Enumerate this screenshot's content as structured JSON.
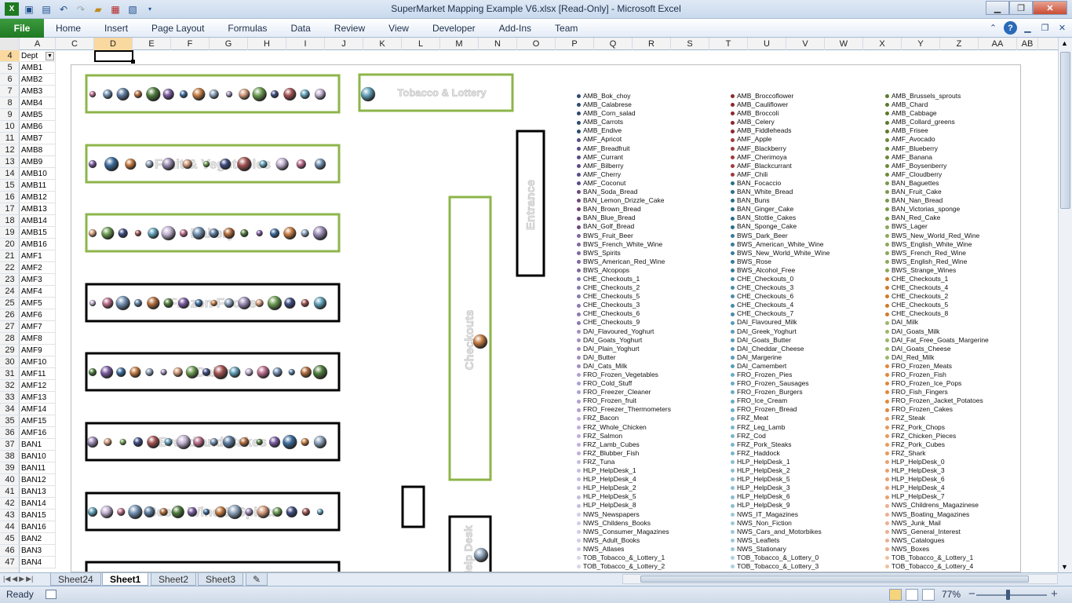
{
  "titlebar": {
    "title": "SuperMarket Mapping Example V6.xlsx  [Read-Only]  -  Microsoft Excel",
    "icons": [
      "excel-logo-icon",
      "save-icon",
      "save-as-icon",
      "undo-icon",
      "redo-icon",
      "open-icon",
      "pdf-icon",
      "print-preview-icon",
      "customize-qat-icon"
    ],
    "window_buttons": [
      "minimize",
      "restore",
      "close"
    ]
  },
  "ribbon": {
    "file_label": "File",
    "tabs": [
      "Home",
      "Insert",
      "Page Layout",
      "Formulas",
      "Data",
      "Review",
      "View",
      "Developer",
      "Add-Ins",
      "Team"
    ],
    "right_icons": [
      "collapse-ribbon-icon",
      "help-icon",
      "minimize-workbook-icon",
      "restore-workbook-icon",
      "close-workbook-icon"
    ]
  },
  "sheet": {
    "columns": [
      "A",
      "C",
      "D",
      "E",
      "F",
      "G",
      "H",
      "I",
      "J",
      "K",
      "L",
      "M",
      "N",
      "O",
      "P",
      "Q",
      "R",
      "S",
      "T",
      "U",
      "V",
      "W",
      "X",
      "Y",
      "Z",
      "AA",
      "AB"
    ],
    "selected_column": "D",
    "selected_row": "4",
    "header_label": "Dept",
    "rows": [
      "4",
      "5",
      "6",
      "7",
      "8",
      "9",
      "10",
      "11",
      "12",
      "13",
      "14",
      "15",
      "16",
      "17",
      "18",
      "19",
      "20",
      "21",
      "22",
      "23",
      "24",
      "25",
      "26",
      "27",
      "28",
      "29",
      "30",
      "31",
      "32",
      "33",
      "34",
      "35",
      "36",
      "37",
      "38",
      "39",
      "40",
      "41",
      "42",
      "43",
      "44",
      "45",
      "46",
      "47"
    ],
    "dept_values": [
      "AMB1",
      "AMB2",
      "AMB3",
      "AMB4",
      "AMB5",
      "AMB6",
      "AMB7",
      "AMB8",
      "AMB9",
      "AMB10",
      "AMB11",
      "AMB12",
      "AMB13",
      "AMB14",
      "AMB15",
      "AMB16",
      "AMF1",
      "AMF2",
      "AMF3",
      "AMF4",
      "AMF5",
      "AMF6",
      "AMF7",
      "AMF8",
      "AMF9",
      "AMF10",
      "AMF11",
      "AMF12",
      "AMF13",
      "AMF14",
      "AMF15",
      "AMF16",
      "BAN1",
      "BAN10",
      "BAN11",
      "BAN12",
      "BAN13",
      "BAN14",
      "BAN15",
      "BAN16",
      "BAN2",
      "BAN3",
      "BAN4"
    ]
  },
  "map": {
    "aisles": [
      {
        "label": "",
        "border": "#8db54a",
        "bubbles": 16
      },
      {
        "label": "Fruit & Vegetables",
        "border": "#8db54a",
        "bubbles": 13
      },
      {
        "label": "Bakery",
        "border": "#8db54a",
        "bubbles": 16
      },
      {
        "label": "Frozen Foods",
        "border": "#000000",
        "bubbles": 16
      },
      {
        "label": "Dairy",
        "border": "#000000",
        "bubbles": 17
      },
      {
        "label": "Bread and Cakes",
        "border": "#000000",
        "bubbles": 16
      },
      {
        "label": "Beers Wine & Spirits",
        "border": "#000000",
        "bubbles": 17
      },
      {
        "label": "",
        "border": "#000000",
        "bubbles": 0
      }
    ],
    "areas": {
      "tobacco": "Tobacco & Lottery",
      "entrance": "Entrance",
      "checkouts": "Checkouts",
      "helpdesk": "Help Desk"
    },
    "legend_columns": [
      [
        [
          "AMB_Bok_choy",
          "#2e4a6e"
        ],
        [
          "AMB_Calabrese",
          "#2e4a6e"
        ],
        [
          "AMB_Corn_salad",
          "#2e4a6e"
        ],
        [
          "AMB_Carrots",
          "#2e4a6e"
        ],
        [
          "AMB_Endive",
          "#2e4a6e"
        ],
        [
          "AMF_Apricot",
          "#5b4a8a"
        ],
        [
          "AMF_Breadfruit",
          "#5b4a8a"
        ],
        [
          "AMF_Currant",
          "#5b4a8a"
        ],
        [
          "AMF_Bilberry",
          "#5b4a8a"
        ],
        [
          "AMF_Cherry",
          "#5b4a8a"
        ],
        [
          "AMF_Coconut",
          "#5b4a8a"
        ],
        [
          "BAN_Soda_Bread",
          "#6b4a7a"
        ],
        [
          "BAN_Lemon_Drizzle_Cake",
          "#6b4a7a"
        ],
        [
          "BAN_Brown_Bread",
          "#6b4a7a"
        ],
        [
          "BAN_Blue_Bread",
          "#6b4a7a"
        ],
        [
          "BAN_Golf_Bread",
          "#6b4a7a"
        ],
        [
          "BWS_Fruit_Beer",
          "#8068a0"
        ],
        [
          "BWS_French_White_Wine",
          "#8068a0"
        ],
        [
          "BWS_Spirits",
          "#8068a0"
        ],
        [
          "BWS_American_Red_Wine",
          "#8068a0"
        ],
        [
          "BWS_Alcopops",
          "#8068a0"
        ],
        [
          "CHE_Checkouts_1",
          "#8a7ab0"
        ],
        [
          "CHE_Checkouts_2",
          "#8a7ab0"
        ],
        [
          "CHE_Checkouts_5",
          "#8a7ab0"
        ],
        [
          "CHE_Checkouts_3",
          "#8a7ab0"
        ],
        [
          "CHE_Checkouts_6",
          "#8a7ab0"
        ],
        [
          "CHE_Checkouts_9",
          "#8a7ab0"
        ],
        [
          "DAI_Flavoured_Yoghurt",
          "#a090c0"
        ],
        [
          "DAI_Goats_Yoghurt",
          "#a090c0"
        ],
        [
          "DAI_Plain_Yoghurt",
          "#a090c0"
        ],
        [
          "DAI_Butter",
          "#a090c0"
        ],
        [
          "DAI_Cats_Milk",
          "#a090c0"
        ],
        [
          "FRO_Frozen_Vegetables",
          "#b0a0d0"
        ],
        [
          "FRO_Cold_Stuff",
          "#b0a0d0"
        ],
        [
          "FRO_Freezer_Cleaner",
          "#b0a0d0"
        ],
        [
          "FRO_Frozen_fruit",
          "#b0a0d0"
        ],
        [
          "FRO_Freezer_Thermometers",
          "#b0a0d0"
        ],
        [
          "FRZ_Bacon",
          "#c0b0d8"
        ],
        [
          "FRZ_Whole_Chicken",
          "#c0b0d8"
        ],
        [
          "FRZ_Salmon",
          "#c0b0d8"
        ],
        [
          "FRZ_Lamb_Cubes",
          "#c0b0d8"
        ],
        [
          "FRZ_Blubber_Fish",
          "#c0b0d8"
        ],
        [
          "FRZ_Tuna",
          "#c8bcdc"
        ],
        [
          "HLP_HelpDesk_1",
          "#c8bcdc"
        ],
        [
          "HLP_HelpDesk_4",
          "#c8bcdc"
        ],
        [
          "HLP_HelpDesk_2",
          "#c8bcdc"
        ],
        [
          "HLP_HelpDesk_5",
          "#c8bcdc"
        ],
        [
          "HLP_HelpDesk_8",
          "#c8bcdc"
        ],
        [
          "NWS_Newspapers",
          "#d4cae4"
        ],
        [
          "NWS_Childens_Books",
          "#d4cae4"
        ],
        [
          "NWS_Consumer_Magazines",
          "#d4cae4"
        ],
        [
          "NWS_Adult_Books",
          "#d4cae4"
        ],
        [
          "NWS_Atlases",
          "#d4cae4"
        ],
        [
          "TOB_Tobacco_&_Lottery_1",
          "#dcd4ea"
        ],
        [
          "TOB_Tobacco_&_Lottery_2",
          "#dcd4ea"
        ]
      ],
      [
        [
          "AMB_Broccoflower",
          "#8b2a2a"
        ],
        [
          "AMB_Cauliflower",
          "#8b2a2a"
        ],
        [
          "AMB_Broccoli",
          "#8b2a2a"
        ],
        [
          "AMB_Celery",
          "#8b2a2a"
        ],
        [
          "AMB_Fiddleheads",
          "#8b2a2a"
        ],
        [
          "AMF_Apple",
          "#a03a3a"
        ],
        [
          "AMF_Blackberry",
          "#a03a3a"
        ],
        [
          "AMF_Cherimoya",
          "#a03a3a"
        ],
        [
          "AMF_Blackcurrant",
          "#a03a3a"
        ],
        [
          "AMF_Chili",
          "#a03a3a"
        ],
        [
          "BAN_Focaccio",
          "#2a6e8b"
        ],
        [
          "BAN_White_Bread",
          "#2a6e8b"
        ],
        [
          "BAN_Buns",
          "#2a6e8b"
        ],
        [
          "BAN_Ginger_Cake",
          "#2a6e8b"
        ],
        [
          "BAN_Stottie_Cakes",
          "#2a6e8b"
        ],
        [
          "BAN_Sponge_Cake",
          "#2a6e8b"
        ],
        [
          "BWS_Dark_Beer",
          "#3a7a9a"
        ],
        [
          "BWS_American_White_Wine",
          "#3a7a9a"
        ],
        [
          "BWS_New_World_White_Wine",
          "#3a7a9a"
        ],
        [
          "BWS_Rose",
          "#3a7a9a"
        ],
        [
          "BWS_Alcohol_Free",
          "#3a7a9a"
        ],
        [
          "CHE_Checkouts_0",
          "#4a8aaa"
        ],
        [
          "CHE_Checkouts_3",
          "#4a8aaa"
        ],
        [
          "CHE_Checkouts_6",
          "#4a8aaa"
        ],
        [
          "CHE_Checkouts_4",
          "#4a8aaa"
        ],
        [
          "CHE_Checkouts_7",
          "#4a8aaa"
        ],
        [
          "DAI_Flavoured_Milk",
          "#5a9aba"
        ],
        [
          "DAI_Greek_Yoghurt",
          "#5a9aba"
        ],
        [
          "DAI_Goats_Butter",
          "#5a9aba"
        ],
        [
          "DAI_Cheddar_Cheese",
          "#5a9aba"
        ],
        [
          "DAI_Margerine",
          "#5a9aba"
        ],
        [
          "DAI_Camembert",
          "#5a9aba"
        ],
        [
          "FRO_Frozen_Pies",
          "#6aaac8"
        ],
        [
          "FRO_Frozen_Sausages",
          "#6aaac8"
        ],
        [
          "FRO_Frozen_Burgers",
          "#6aaac8"
        ],
        [
          "FRO_Ice_Cream",
          "#6aaac8"
        ],
        [
          "FRO_Frozen_Bread",
          "#6aaac8"
        ],
        [
          "FRZ_Meat",
          "#7ab4cc"
        ],
        [
          "FRZ_Leg_Lamb",
          "#7ab4cc"
        ],
        [
          "FRZ_Cod",
          "#7ab4cc"
        ],
        [
          "FRZ_Pork_Steaks",
          "#7ab4cc"
        ],
        [
          "FRZ_Haddock",
          "#7ab4cc"
        ],
        [
          "HLP_HelpDesk_1",
          "#8abed4"
        ],
        [
          "HLP_HelpDesk_2",
          "#8abed4"
        ],
        [
          "HLP_HelpDesk_5",
          "#8abed4"
        ],
        [
          "HLP_HelpDesk_3",
          "#8abed4"
        ],
        [
          "HLP_HelpDesk_6",
          "#8abed4"
        ],
        [
          "HLP_HelpDesk_9",
          "#8abed4"
        ],
        [
          "NWS_IT_Magazines",
          "#9ac8da"
        ],
        [
          "NWS_Non_Fiction",
          "#9ac8da"
        ],
        [
          "NWS_Cars_and_Motorbikes",
          "#9ac8da"
        ],
        [
          "NWS_Leaflets",
          "#9ac8da"
        ],
        [
          "NWS_Stationary",
          "#9ac8da"
        ],
        [
          "TOB_Tobacco_&_Lottery_0",
          "#aad2e2"
        ],
        [
          "TOB_Tobacco_&_Lottery_3",
          "#aad2e2"
        ]
      ],
      [
        [
          "AMB_Brussels_sprouts",
          "#5a7a2a"
        ],
        [
          "AMB_Chard",
          "#5a7a2a"
        ],
        [
          "AMB_Cabbage",
          "#5a7a2a"
        ],
        [
          "AMB_Collard_greens",
          "#5a7a2a"
        ],
        [
          "AMB_Frisee",
          "#5a7a2a"
        ],
        [
          "AMF_Avocado",
          "#6a8a3a"
        ],
        [
          "AMF_Blueberry",
          "#6a8a3a"
        ],
        [
          "AMF_Banana",
          "#6a8a3a"
        ],
        [
          "AMF_Boysenberry",
          "#6a8a3a"
        ],
        [
          "AMF_Cloudberry",
          "#6a8a3a"
        ],
        [
          "BAN_Baguettes",
          "#7a9a4a"
        ],
        [
          "BAN_Fruit_Cake",
          "#7a9a4a"
        ],
        [
          "BAN_Nan_Bread",
          "#7a9a4a"
        ],
        [
          "BAN_Victorias_sponge",
          "#7a9a4a"
        ],
        [
          "BAN_Red_Cake",
          "#7a9a4a"
        ],
        [
          "BWS_Lager",
          "#8aaa5a"
        ],
        [
          "BWS_New_World_Red_Wine",
          "#8aaa5a"
        ],
        [
          "BWS_English_White_Wine",
          "#8aaa5a"
        ],
        [
          "BWS_French_Red_Wine",
          "#8aaa5a"
        ],
        [
          "BWS_English_Red_Wine",
          "#8aaa5a"
        ],
        [
          "BWS_Strange_Wines",
          "#8aaa5a"
        ],
        [
          "CHE_Checkouts_1",
          "#d07a2a"
        ],
        [
          "CHE_Checkouts_4",
          "#d07a2a"
        ],
        [
          "CHE_Checkouts_2",
          "#d07a2a"
        ],
        [
          "CHE_Checkouts_5",
          "#d07a2a"
        ],
        [
          "CHE_Checkouts_8",
          "#d07a2a"
        ],
        [
          "DAI_Milk",
          "#9ab86a"
        ],
        [
          "DAI_Goats_Milk",
          "#9ab86a"
        ],
        [
          "DAI_Fat_Free_Goats_Margerine",
          "#9ab86a"
        ],
        [
          "DAI_Goats_Cheese",
          "#9ab86a"
        ],
        [
          "DAI_Red_Milk",
          "#9ab86a"
        ],
        [
          "FRO_Frozen_Meats",
          "#e0883a"
        ],
        [
          "FRO_Frozen_Fish",
          "#e0883a"
        ],
        [
          "FRO_Frozen_Ice_Pops",
          "#e0883a"
        ],
        [
          "FRO_Fish_Fingers",
          "#e0883a"
        ],
        [
          "FRO_Frozen_Jacket_Potatoes",
          "#e0883a"
        ],
        [
          "FRO_Frozen_Cakes",
          "#e0883a"
        ],
        [
          "FRZ_Steak",
          "#e89a5a"
        ],
        [
          "FRZ_Pork_Chops",
          "#e89a5a"
        ],
        [
          "FRZ_Chicken_Pieces",
          "#e89a5a"
        ],
        [
          "FRZ_Pork_Cubes",
          "#e89a5a"
        ],
        [
          "FRZ_Shark",
          "#e89a5a"
        ],
        [
          "HLP_HelpDesk_0",
          "#eaa070"
        ],
        [
          "HLP_HelpDesk_3",
          "#eaa070"
        ],
        [
          "HLP_HelpDesk_6",
          "#eaa070"
        ],
        [
          "HLP_HelpDesk_4",
          "#eaa070"
        ],
        [
          "HLP_HelpDesk_7",
          "#eaa070"
        ],
        [
          "NWS_Childrens_Magazinese",
          "#ecb08a"
        ],
        [
          "NWS_Boating_Magazines",
          "#ecb08a"
        ],
        [
          "NWS_Junk_Mail",
          "#ecb08a"
        ],
        [
          "NWS_General_Interest",
          "#ecb08a"
        ],
        [
          "NWS_Catalogues",
          "#ecb08a"
        ],
        [
          "NWS_Boxes",
          "#ecb08a"
        ],
        [
          "TOB_Tobacco_&_Lottery_1",
          "#eec0a0"
        ],
        [
          "TOB_Tobacco_&_Lottery_4",
          "#eec0a0"
        ]
      ]
    ]
  },
  "sheet_tabs": {
    "tabs": [
      "Sheet24",
      "Sheet1",
      "Sheet2",
      "Sheet3"
    ],
    "active": "Sheet1",
    "insert_icon": "insert-sheet-icon"
  },
  "status": {
    "ready": "Ready",
    "zoom": "77%",
    "zoom_minus": "−",
    "zoom_plus": "+",
    "views": [
      "normal-view-icon",
      "page-layout-view-icon",
      "page-break-view-icon"
    ]
  }
}
